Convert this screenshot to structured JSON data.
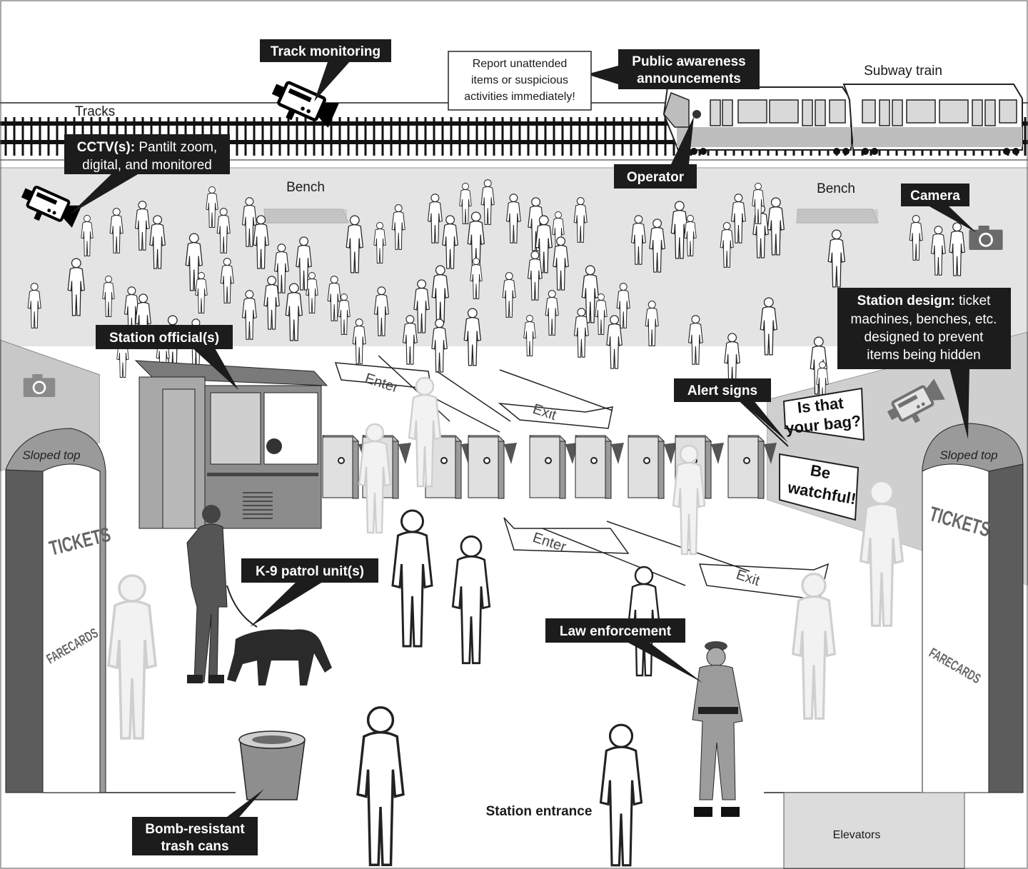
{
  "labels": {
    "track_monitoring": "Track monitoring",
    "public_awareness_1": "Public awareness",
    "public_awareness_2": "announcements",
    "report_1": "Report unattended",
    "report_2": "items or suspicious",
    "report_3": "activities immediately!",
    "subway_train": "Subway train",
    "tracks": "Tracks",
    "cctv_bold": "CCTV(s):",
    "cctv_1": " Pantilt zoom,",
    "cctv_2": "digital, and monitored",
    "operator": "Operator",
    "bench_left": "Bench",
    "bench_right": "Bench",
    "camera": "Camera",
    "station_design_bold": "Station design:",
    "station_design_1": " ticket",
    "station_design_2": "machines, benches, etc.",
    "station_design_3": "designed to prevent",
    "station_design_4": "items being hidden",
    "station_officials": "Station official(s)",
    "alert_signs": "Alert signs",
    "sign_bag_1": "Is that",
    "sign_bag_2": "your bag?",
    "sign_watch_1": "Be",
    "sign_watch_2": "watchful!",
    "sloped_top_left": "Sloped top",
    "sloped_top_right": "Sloped top",
    "tickets_left": "TICKETS",
    "farecards_left": "FARECARDS",
    "tickets_right": "TICKETS",
    "farecards_right": "FARECARDS",
    "k9": "K-9 patrol unit(s)",
    "law_enforcement": "Law enforcement",
    "bomb_1": "Bomb-resistant",
    "bomb_2": "trash cans",
    "station_entrance": "Station entrance",
    "elevators": "Elevators",
    "enter_upper": "Enter",
    "exit_upper": "Exit",
    "enter_lower": "Enter",
    "exit_lower": "Exit"
  },
  "icons": {
    "cctv": "cctv-camera-icon",
    "photo": "camera-icon"
  },
  "colors": {
    "label_bg": "#1c1c1c",
    "platform": "#e3e3e3",
    "wall": "#d0d0d0",
    "kiosk_dark": "#6a6a6a"
  }
}
